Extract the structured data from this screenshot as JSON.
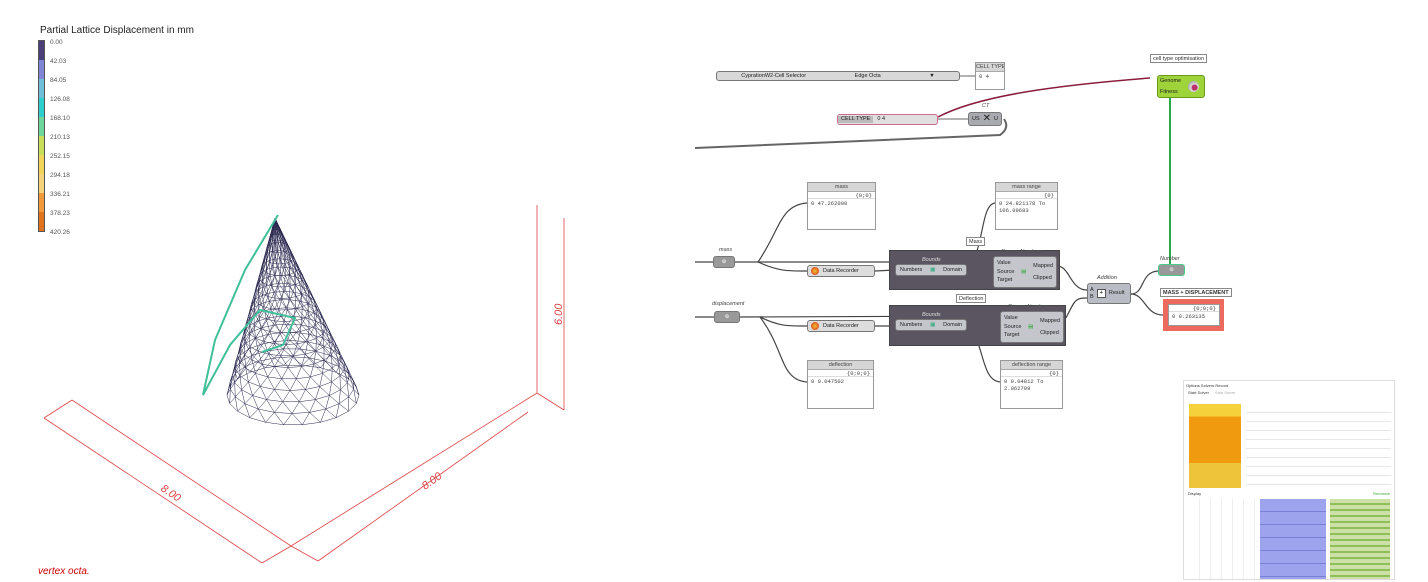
{
  "viewport": {
    "legend": {
      "title": "Partial Lattice Displacement in mm",
      "ticks": [
        "0.00",
        "42.03",
        "84.05",
        "126.08",
        "168.10",
        "210.13",
        "252.15",
        "294.18",
        "336.21",
        "378.23",
        "420.26"
      ],
      "colors": [
        "#4b3f7a",
        "#7f86d6",
        "#6fbfdc",
        "#2ecfcf",
        "#6fd79a",
        "#c9df5a",
        "#f2d65a",
        "#f4d37a",
        "#f29a3a",
        "#e2731d"
      ]
    },
    "dimensions": {
      "x": "8.00",
      "y": "8.00",
      "z": "6.00"
    },
    "caption": "vertex octa."
  },
  "graph": {
    "value_list": {
      "name": "CyprationW2-Cell Selector",
      "value": "Edge Octa"
    },
    "cell_type_panel": {
      "title": "CELL TYPE...",
      "value": "0 4"
    },
    "cell_type_param": {
      "label": "CELL TYPE",
      "value": "0 4"
    },
    "ct_node": {
      "caption": "CT",
      "in": "US",
      "out": "U"
    },
    "galapagos": {
      "tag": "cell type optimisation",
      "genome": "Genome",
      "fitness": "Fitness"
    },
    "mass": {
      "caption": "mass",
      "panel_title": "mass",
      "panel_path": "{0;0}",
      "panel_value": "0 47.262000",
      "range_title": "mass range",
      "range_path": "{0}",
      "range_value": "0 24.821178 To 106.09683",
      "tag": "Mass"
    },
    "displacement": {
      "caption": "displacement",
      "panel_title": "deflection",
      "panel_path": "{0;0;0}",
      "panel_value": "0 0.047502",
      "range_title": "deflection range",
      "range_path": "{0}",
      "range_value": "0 0.04812 To 2.062799",
      "tag": "Deflection"
    },
    "data_recorder": "Data Recorder",
    "bounds": {
      "caption": "Bounds",
      "in": "Numbers",
      "out": "Domain"
    },
    "remap": {
      "caption": "Remap Numbers",
      "inputs": [
        "Value",
        "Source",
        "Target"
      ],
      "outputs": [
        "Mapped",
        "Clipped"
      ]
    },
    "addition": {
      "caption": "Addition",
      "inputs": [
        "A",
        "B"
      ],
      "output": "Result",
      "op": "+"
    },
    "number": {
      "caption": "Number"
    },
    "result": {
      "tag": "MASS + DISPLACEMENT",
      "path": "{0;0;0}",
      "value": "0 0.263135"
    }
  },
  "galapagos_window": {
    "tabs": "Options Solvers Record",
    "start": "Start Solver",
    "stop": "Stop Solver",
    "display": "Display",
    "reinstate": "Reinstate"
  }
}
